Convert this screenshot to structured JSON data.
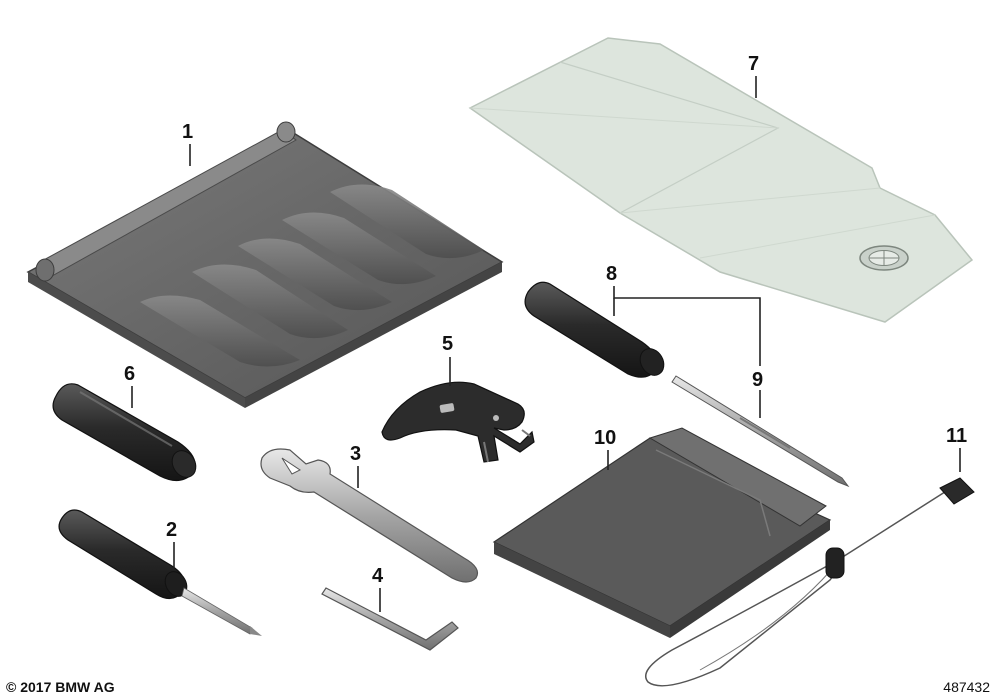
{
  "callouts": {
    "c1": "1",
    "c2": "2",
    "c3": "3",
    "c4": "4",
    "c5": "5",
    "c6": "6",
    "c7": "7",
    "c8": "8",
    "c9": "9",
    "c10": "10",
    "c11": "11"
  },
  "footer": {
    "copyright": "© 2017 BMW AG",
    "diagram_id": "487432"
  },
  "colors": {
    "tray": "#6b6b6b",
    "mat": "#d9e2da",
    "handle": "#3a3a3a",
    "steel": "#a8a8a8"
  }
}
